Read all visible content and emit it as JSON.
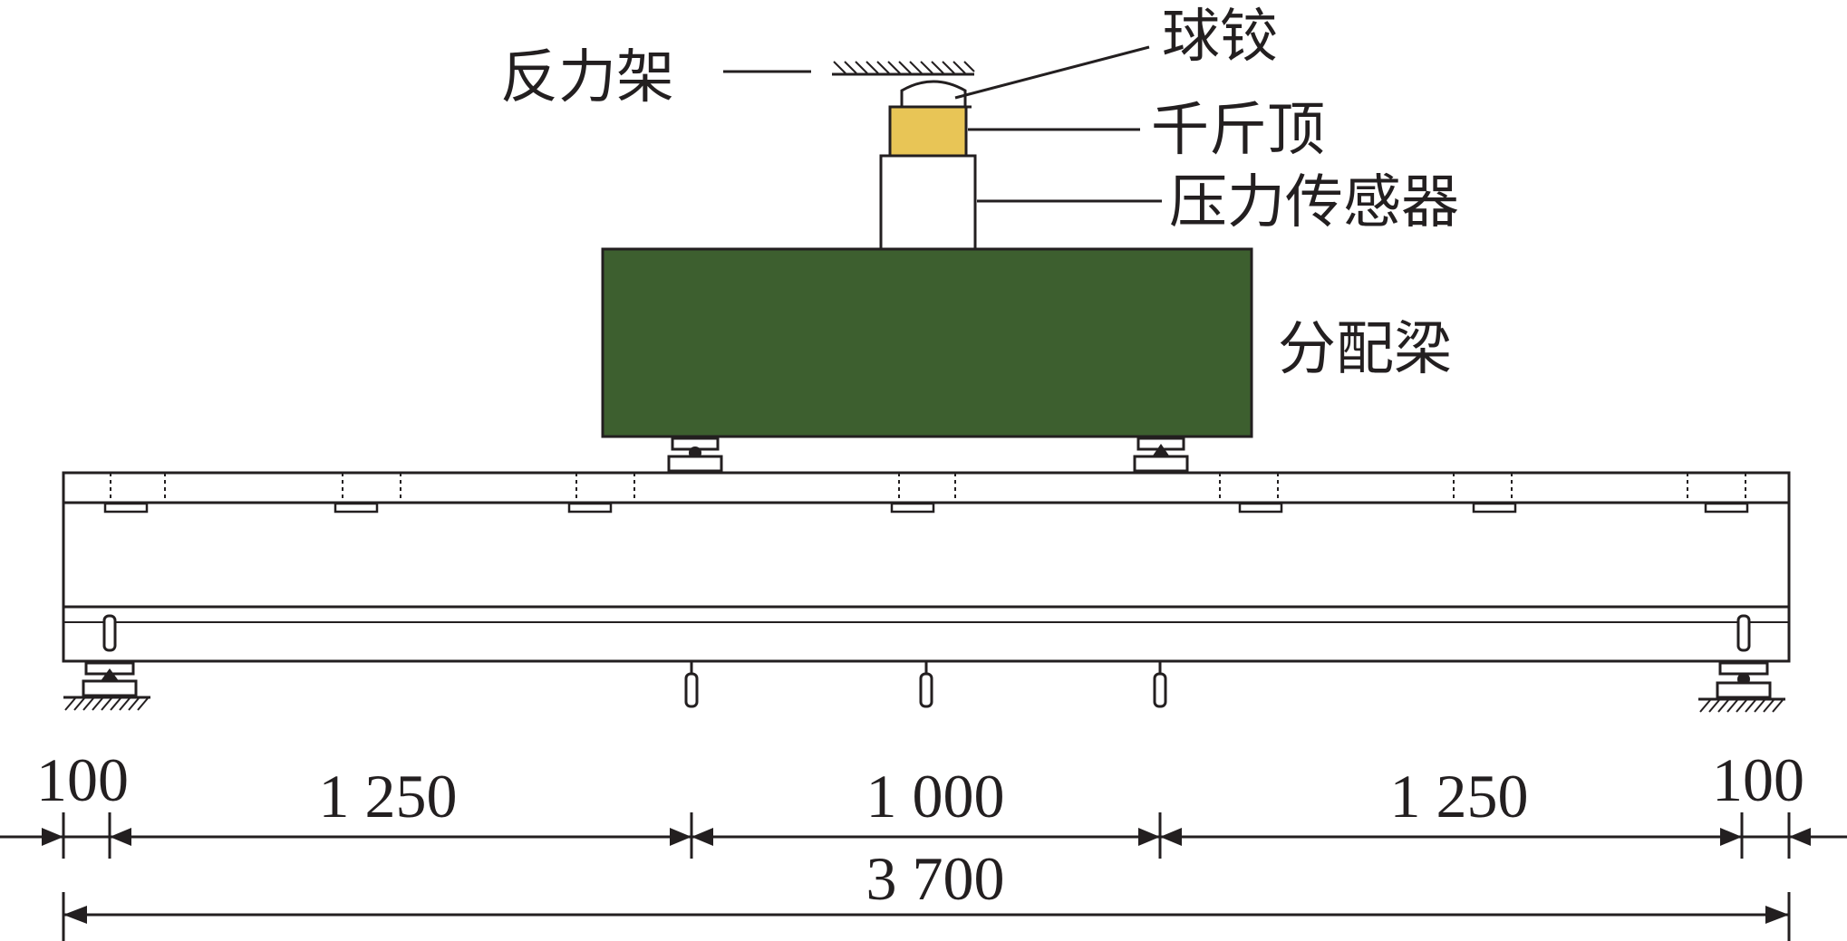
{
  "labels": {
    "reaction_frame": "反力架",
    "ball_hinge": "球铰",
    "jack": "千斤顶",
    "pressure_sensor": "压力传感器",
    "distribution_beam": "分配梁"
  },
  "dimensions": {
    "left_overhang": "100",
    "left_shear_span": "1 250",
    "pure_bending_span": "1 000",
    "right_shear_span": "1 250",
    "right_overhang": "100",
    "total_length": "3 700"
  },
  "colors": {
    "distribution_beam": "#3d5f2f",
    "jack": "#e8c556",
    "line": "#231f20"
  }
}
